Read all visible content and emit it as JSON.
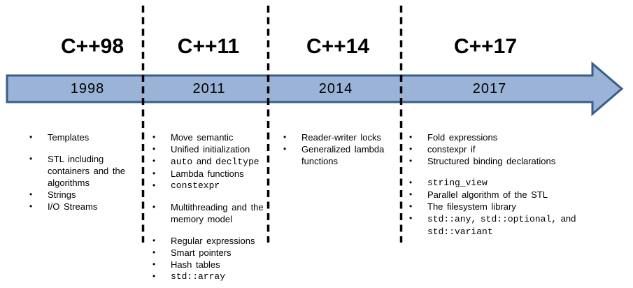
{
  "glyphs": {
    "bullet": "•"
  },
  "colors": {
    "arrow_fill": "#9ab3d7",
    "arrow_stroke": "#385d8a",
    "divider": "#000000",
    "text": "#000000"
  },
  "columns": [
    {
      "title": "C++98",
      "year": "1998",
      "features": [
        {
          "segs": [
            {
              "t": "Templates"
            }
          ]
        },
        {
          "segs": [
            {
              "t": "STL including containers and the algorithms"
            }
          ]
        },
        {
          "segs": [
            {
              "t": "Strings"
            }
          ]
        },
        {
          "segs": [
            {
              "t": "I/O Streams"
            }
          ]
        }
      ]
    },
    {
      "title": "C++11",
      "year": "2011",
      "features": [
        {
          "segs": [
            {
              "t": "Move semantic"
            }
          ]
        },
        {
          "segs": [
            {
              "t": "Unified initialization"
            }
          ]
        },
        {
          "segs": [
            {
              "t": "auto"
            },
            {
              "t": " and "
            },
            {
              "t": "decltype"
            }
          ]
        },
        {
          "segs": [
            {
              "t": "Lambda functions"
            }
          ]
        },
        {
          "segs": [
            {
              "t": "constexpr"
            }
          ]
        },
        {
          "segs": [
            {
              "t": "Multithreading and the memory model"
            }
          ]
        },
        {
          "segs": [
            {
              "t": "Regular expressions"
            }
          ]
        },
        {
          "segs": [
            {
              "t": "Smart pointers"
            }
          ]
        },
        {
          "segs": [
            {
              "t": "Hash tables"
            }
          ]
        },
        {
          "segs": [
            {
              "t": "std::array"
            }
          ]
        }
      ]
    },
    {
      "title": "C++14",
      "year": "2014",
      "features": [
        {
          "segs": [
            {
              "t": "Reader-writer locks"
            }
          ]
        },
        {
          "segs": [
            {
              "t": "Generalized lambda functions"
            }
          ]
        }
      ]
    },
    {
      "title": "C++17",
      "year": "2017",
      "features": [
        {
          "segs": [
            {
              "t": "Fold expressions"
            }
          ]
        },
        {
          "segs": [
            {
              "t": "constexpr if"
            }
          ]
        },
        {
          "segs": [
            {
              "t": "Structured binding declarations"
            }
          ]
        },
        {
          "segs": [
            {
              "t": "string_view"
            }
          ]
        },
        {
          "segs": [
            {
              "t": "Parallel algorithm of the STL"
            }
          ]
        },
        {
          "segs": [
            {
              "t": "The filesystem library"
            }
          ]
        },
        {
          "segs": [
            {
              "t": "std::any,"
            },
            {
              "t": " "
            },
            {
              "t": "std::optional,"
            },
            {
              "t": " and "
            },
            {
              "t": "std::variant"
            }
          ]
        }
      ]
    }
  ]
}
